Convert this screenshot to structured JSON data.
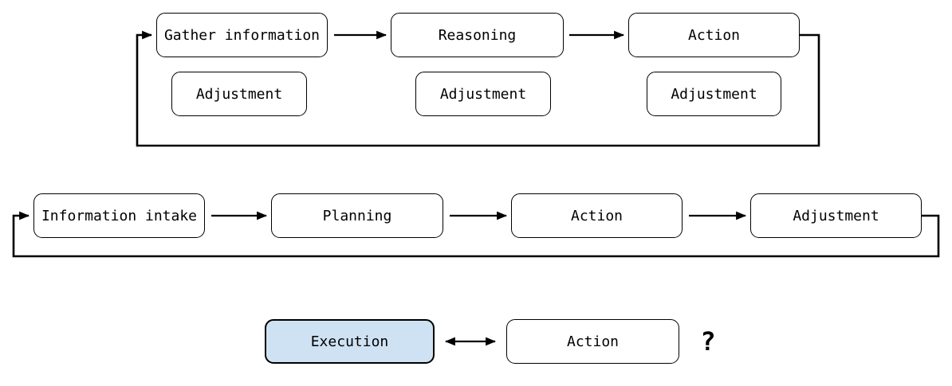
{
  "diagram": {
    "top_loop": {
      "boxes": [
        {
          "label": "Gather information"
        },
        {
          "label": "Reasoning"
        },
        {
          "label": "Action"
        }
      ],
      "adjustments": [
        {
          "label": "Adjustment"
        },
        {
          "label": "Adjustment"
        },
        {
          "label": "Adjustment"
        }
      ]
    },
    "middle_loop": {
      "boxes": [
        {
          "label": "Information intake"
        },
        {
          "label": "Planning"
        },
        {
          "label": "Action"
        },
        {
          "label": "Adjustment"
        }
      ]
    },
    "bottom_row": {
      "execution_label": "Execution",
      "action_label": "Action",
      "question_mark": "?"
    },
    "colors": {
      "stroke": "#000000",
      "box_background": "#ffffff",
      "highlight_fill": "#cfe2f3",
      "page_background": "#ffffff"
    }
  }
}
